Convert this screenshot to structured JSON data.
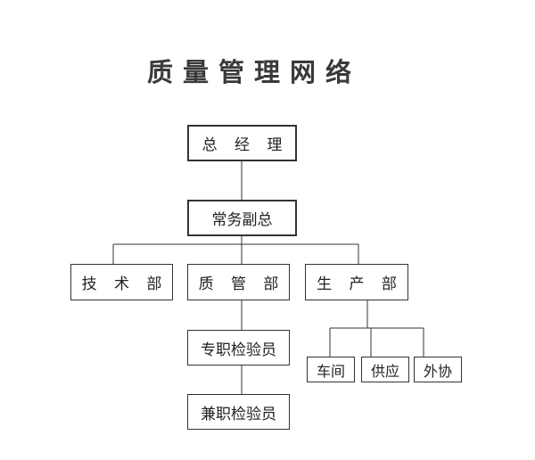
{
  "title": "质量管理网络",
  "nodes": {
    "gm": "总 经 理",
    "deputy": "常务副总",
    "tech": "技 术 部",
    "qc": "质 管 部",
    "prod": "生 产 部",
    "ft_inspector": "专职检验员",
    "pt_inspector": "兼职检验员",
    "workshop": "车间",
    "supply": "供应",
    "outsource": "外协"
  }
}
